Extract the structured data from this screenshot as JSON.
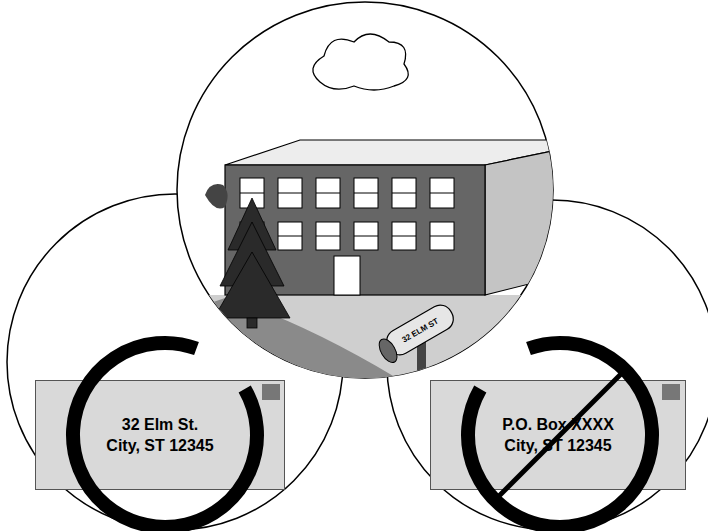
{
  "diagram": {
    "nodes": [
      {
        "text": [
          "32 Elm St. City, ST 12345"
        ]
      },
      {
        "text": [
          "P.O. Box XXXX City, ST 12345"
        ]
      }
    ],
    "labels": [
      "32 ELM ST"
    ]
  }
}
